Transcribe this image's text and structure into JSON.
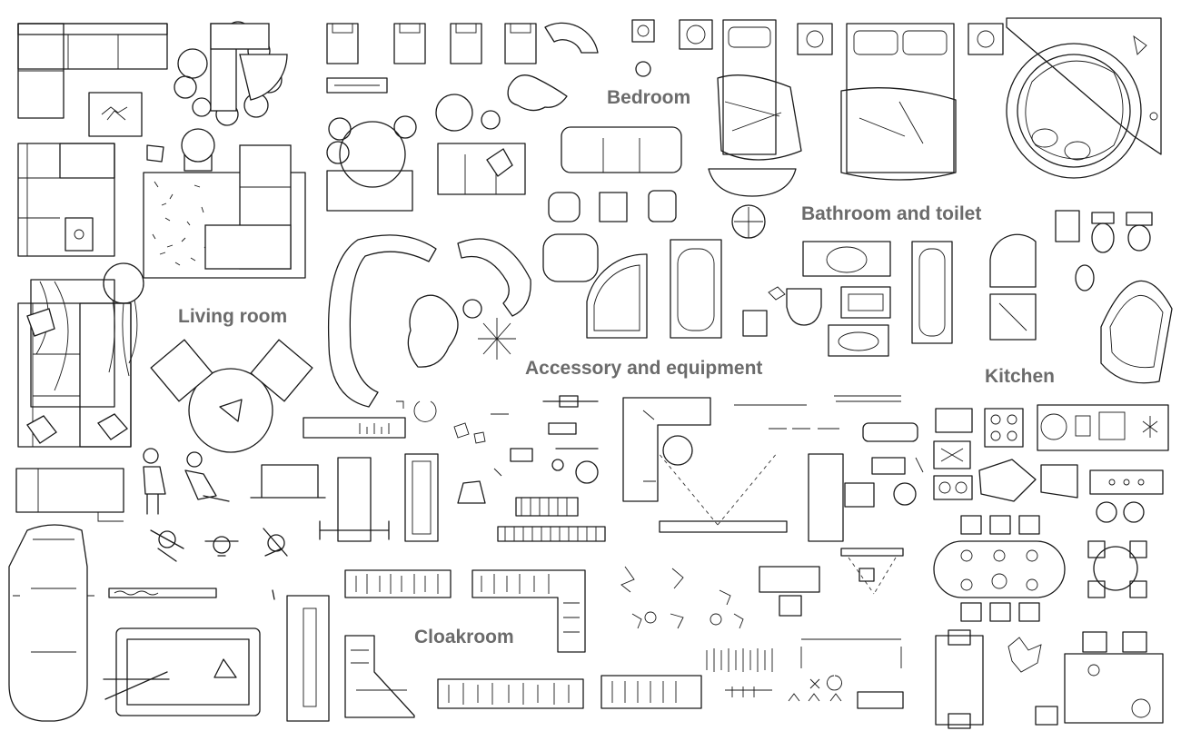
{
  "labels": {
    "bedroom": "Bedroom",
    "bathroom": "Bathroom and toilet",
    "living": "Living room",
    "accessory": "Accessory and equipment",
    "kitchen": "Kitchen",
    "cloakroom": "Cloakroom"
  },
  "colors": {
    "stroke": "#1a1a1a",
    "label": "#6b6b6b",
    "background": "#ffffff"
  }
}
